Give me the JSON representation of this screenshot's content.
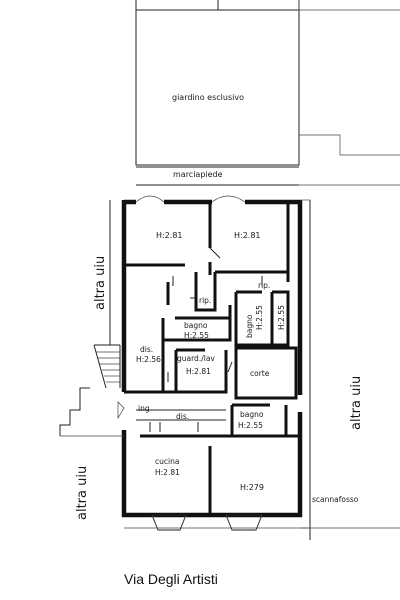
{
  "labels": {
    "garden": "giardino esclusivo",
    "sidewalk": "marciapiede",
    "room_tl": "H:2.81",
    "room_tr": "H:2.81",
    "rip_center": "rip.",
    "rip_right": "rip.",
    "bagno_1": "bagno",
    "bagno_1_h": "H:2.55",
    "bagno_2": "bagno",
    "bagno_2_h": "H:2.55",
    "h_right_narrow": "H:2.55",
    "dis_left": "dis.",
    "dis_left_h": "H:2.56",
    "guardaroba": "guard./lav",
    "guardaroba_h": "H:2.81",
    "corte": "corte",
    "ing": "ing",
    "dis_center": "dis.",
    "bagno_3": "bagno",
    "bagno_3_h": "H:2.55",
    "cucina": "cucina",
    "cucina_h": "H:2.81",
    "room_br_h": "H:279",
    "scannafosso": "scannafosso",
    "altra_uiu_left_top": "altra uiu",
    "altra_uiu_left_bottom": "altra uiu",
    "altra_uiu_right": "altra uiu",
    "street": "Via Degli Artisti"
  }
}
